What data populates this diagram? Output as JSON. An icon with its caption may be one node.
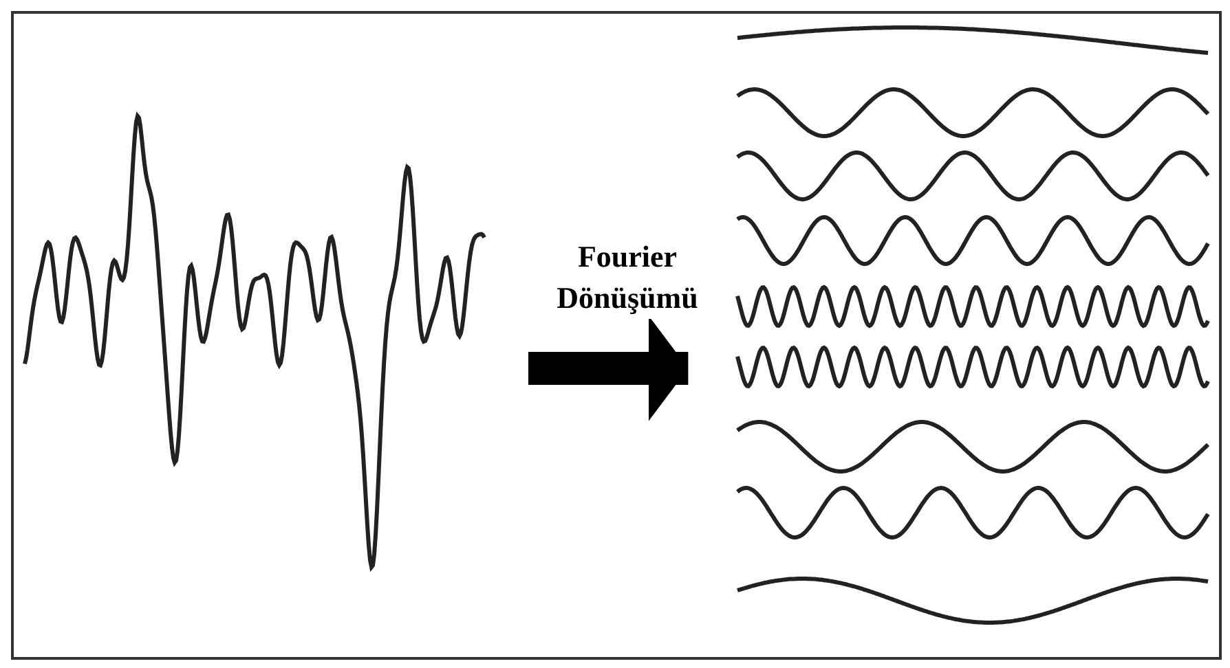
{
  "diagram": {
    "nodes": [
      {
        "text": [],
        "shape": "picture"
      },
      {
        "text": [],
        "shape": "picture"
      }
    ],
    "edges": [
      {
        "from": 0,
        "to": 1,
        "arrow": "to",
        "label": "Fourier Dönüşümü"
      }
    ]
  }
}
